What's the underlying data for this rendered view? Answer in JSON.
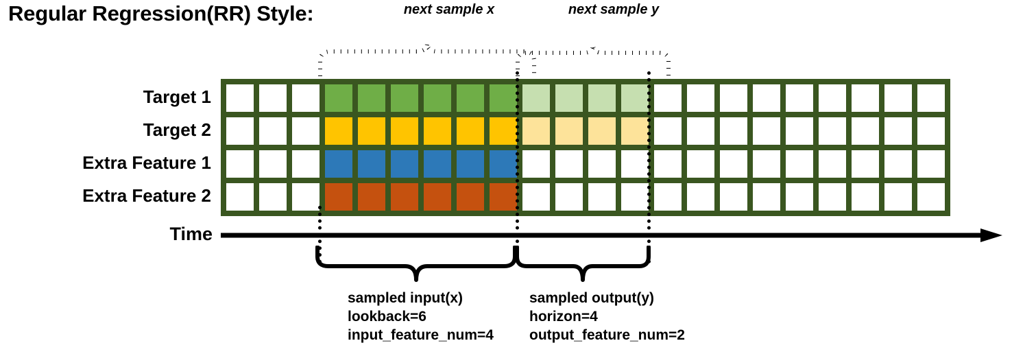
{
  "title": "Regular Regression(RR) Style:",
  "top_labels": {
    "next_x": "next sample x",
    "next_y": "next sample y"
  },
  "row_labels": [
    "Target 1",
    "Target 2",
    "Extra Feature 1",
    "Extra Feature 2"
  ],
  "axis": {
    "time_label": "Time"
  },
  "captions": {
    "input": {
      "line1": "sampled input(x)",
      "line2": "lookback=6",
      "line3": "input_feature_num=4"
    },
    "output": {
      "line1": "sampled output(y)",
      "line2": "horizon=4",
      "line3": "output_feature_num=2"
    }
  },
  "colors": {
    "grid_border": "#3a5620",
    "green": "#6fae47",
    "green_pale": "#c6dfb0",
    "yellow": "#ffc400",
    "yellow_pale": "#fde39a",
    "blue": "#2d79b8",
    "orange": "#c5510f",
    "empty": "#ffffff",
    "ink": "#000000"
  },
  "grid": {
    "columns": 22,
    "rows": 4,
    "lead_empty_columns": 3,
    "input_start_column": 3,
    "input_length": 6,
    "output_start_column": 9,
    "output_length": 4,
    "row_fills": [
      [
        "empty",
        "empty",
        "empty",
        "green",
        "green",
        "green",
        "green",
        "green",
        "green",
        "green-pale",
        "green-pale",
        "green-pale",
        "green-pale",
        "empty",
        "empty",
        "empty",
        "empty",
        "empty",
        "empty",
        "empty",
        "empty",
        "empty"
      ],
      [
        "empty",
        "empty",
        "empty",
        "yellow",
        "yellow",
        "yellow",
        "yellow",
        "yellow",
        "yellow",
        "yellow-pale",
        "yellow-pale",
        "yellow-pale",
        "yellow-pale",
        "empty",
        "empty",
        "empty",
        "empty",
        "empty",
        "empty",
        "empty",
        "empty",
        "empty"
      ],
      [
        "empty",
        "empty",
        "empty",
        "blue",
        "blue",
        "blue",
        "blue",
        "blue",
        "blue",
        "empty",
        "empty",
        "empty",
        "empty",
        "empty",
        "empty",
        "empty",
        "empty",
        "empty",
        "empty",
        "empty",
        "empty",
        "empty"
      ],
      [
        "empty",
        "empty",
        "empty",
        "orange",
        "orange",
        "orange",
        "orange",
        "orange",
        "orange",
        "empty",
        "empty",
        "empty",
        "empty",
        "empty",
        "empty",
        "empty",
        "empty",
        "empty",
        "empty",
        "empty",
        "empty",
        "empty"
      ]
    ]
  }
}
